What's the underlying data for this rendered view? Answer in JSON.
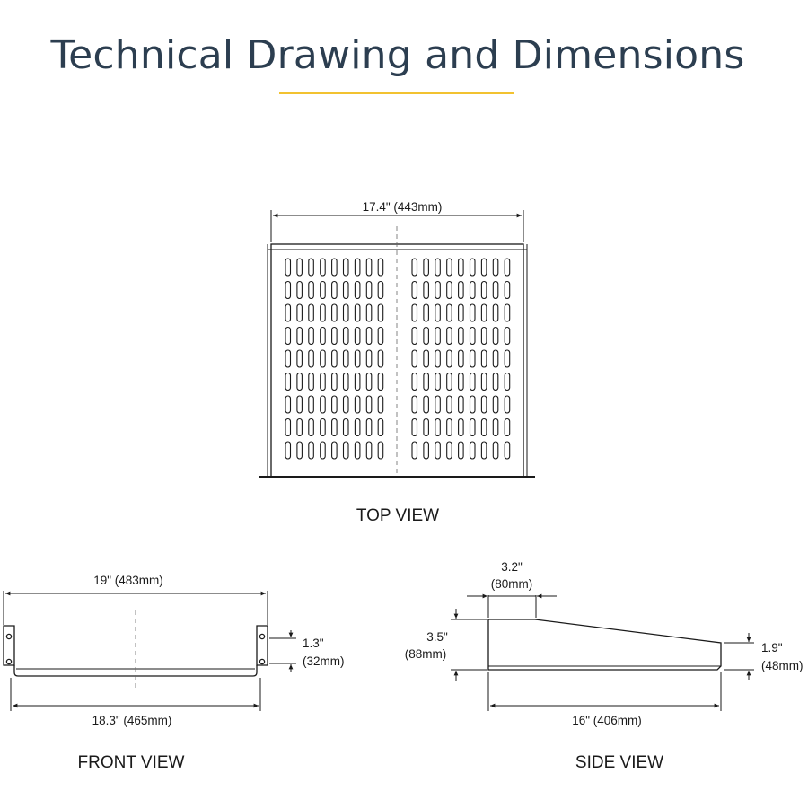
{
  "title": "Technical Drawing and Dimensions",
  "colors": {
    "accent": "#f2c230",
    "title": "#2c3e50",
    "line": "#1a1a1a"
  },
  "top_view": {
    "label": "TOP VIEW",
    "width_dim": "17.4\" (443mm)",
    "slot_rows": 9,
    "slots_per_row_each_side": 9
  },
  "front_view": {
    "label": "FRONT VIEW",
    "top_width_dim": "19\" (483mm)",
    "bottom_width_dim": "18.3\" (465mm)",
    "height_dim_in": "1.3\"",
    "height_dim_mm": "(32mm)"
  },
  "side_view": {
    "label": "SIDE VIEW",
    "top_flat_dim_in": "3.2\"",
    "top_flat_dim_mm": "(80mm)",
    "front_height_dim_in": "3.5\"",
    "front_height_dim_mm": "(88mm)",
    "rear_height_dim_in": "1.9\"",
    "rear_height_dim_mm": "(48mm)",
    "depth_dim": "16\" (406mm)"
  }
}
